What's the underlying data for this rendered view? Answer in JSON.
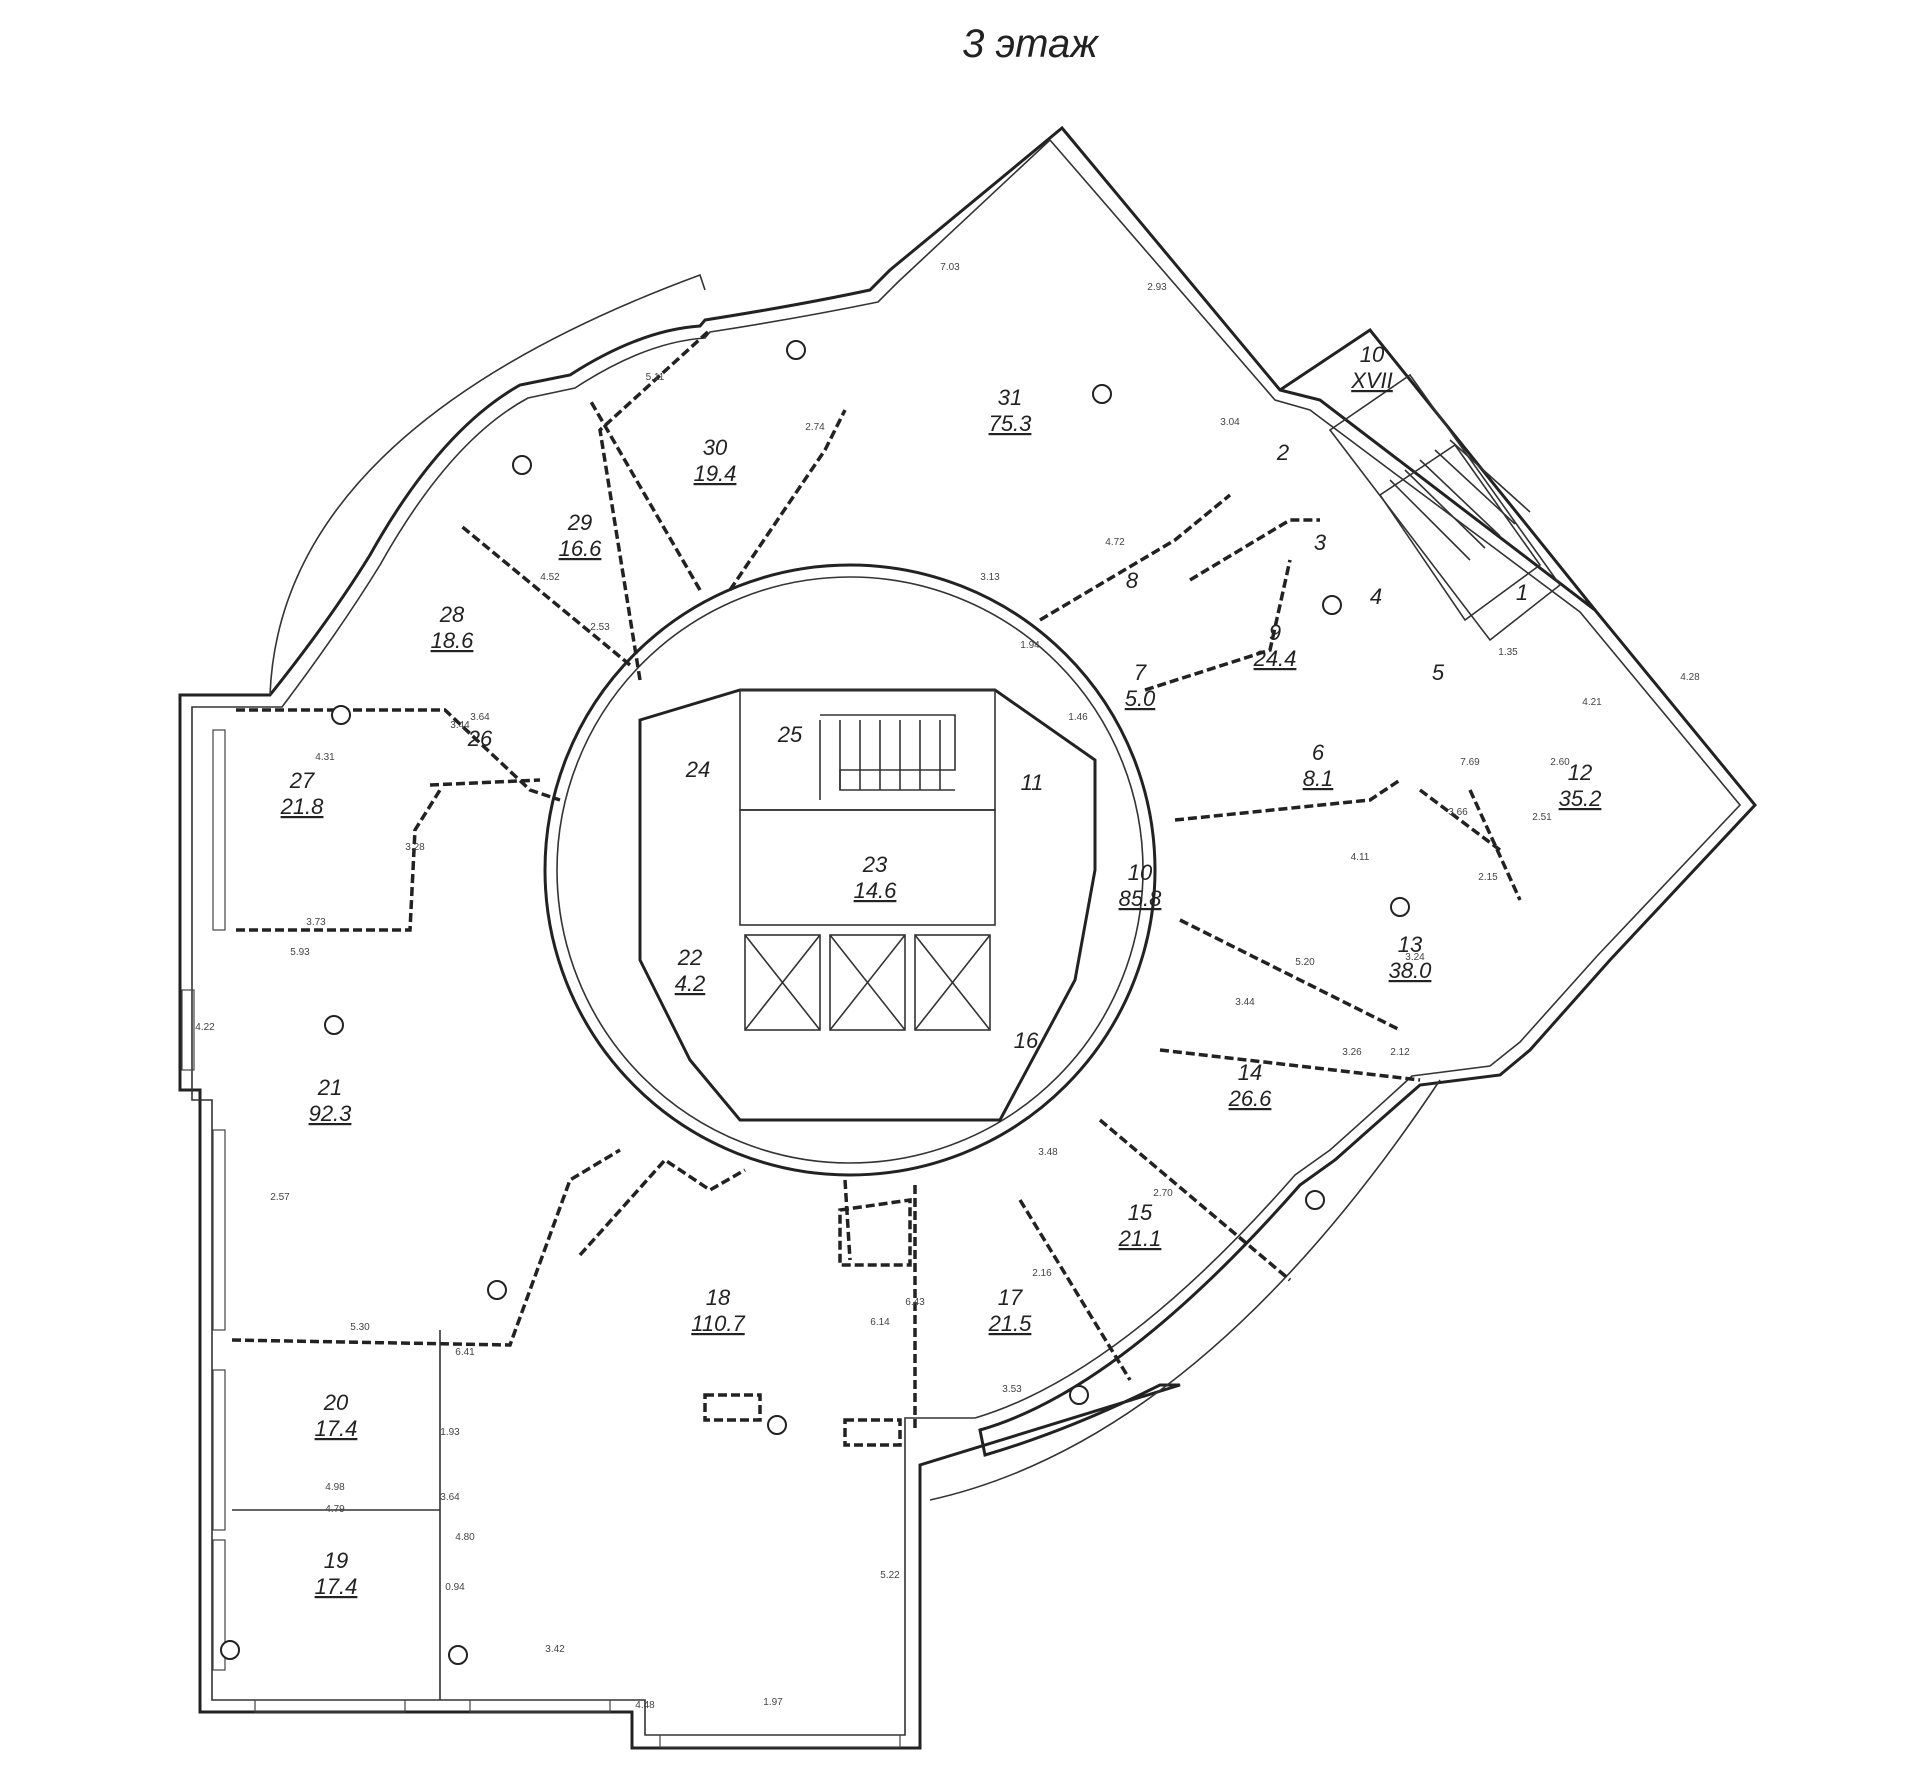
{
  "title": "3 этаж",
  "rooms": [
    {
      "id": "1",
      "area": ""
    },
    {
      "id": "2",
      "area": ""
    },
    {
      "id": "3",
      "area": ""
    },
    {
      "id": "4",
      "area": ""
    },
    {
      "id": "5",
      "area": ""
    },
    {
      "id": "6",
      "area": "8.1"
    },
    {
      "id": "7",
      "area": "5.0"
    },
    {
      "id": "8",
      "area": ""
    },
    {
      "id": "9",
      "area": "24.4"
    },
    {
      "id": "10",
      "area": "85.8"
    },
    {
      "id": "11",
      "area": ""
    },
    {
      "id": "12",
      "area": "35.2"
    },
    {
      "id": "13",
      "area": "38.0"
    },
    {
      "id": "14",
      "area": "26.6"
    },
    {
      "id": "15",
      "area": "21.1"
    },
    {
      "id": "16",
      "area": ""
    },
    {
      "id": "17",
      "area": "21.5"
    },
    {
      "id": "18",
      "area": "110.7"
    },
    {
      "id": "19",
      "area": "17.4"
    },
    {
      "id": "20",
      "area": "17.4"
    },
    {
      "id": "21",
      "area": "92.3"
    },
    {
      "id": "22",
      "area": "4.2"
    },
    {
      "id": "23",
      "area": "14.6"
    },
    {
      "id": "24",
      "area": ""
    },
    {
      "id": "25",
      "area": ""
    },
    {
      "id": "26",
      "area": ""
    },
    {
      "id": "27",
      "area": "21.8"
    },
    {
      "id": "28",
      "area": "18.6"
    },
    {
      "id": "29",
      "area": "16.6"
    },
    {
      "id": "30",
      "area": "19.4"
    },
    {
      "id": "31",
      "area": "75.3"
    },
    {
      "id": "10",
      "area": "XVII"
    }
  ],
  "dimensions": [
    "7.03",
    "2.93",
    "5.11",
    "2.74",
    "3.04",
    "4.72",
    "3.13",
    "1.94",
    "1.46",
    "2.53",
    "4.52",
    "3.64",
    "4.31",
    "3.28",
    "3.44",
    "3.73",
    "5.93",
    "4.22",
    "2.57",
    "5.30",
    "6.41",
    "1.93",
    "3.64",
    "4.98",
    "4.79",
    "4.80",
    "0.94",
    "3.42",
    "4.48",
    "1.97",
    "6.14",
    "5.22",
    "6.43",
    "3.53",
    "2.16",
    "3.48",
    "2.70",
    "3.44",
    "5.20",
    "4.11",
    "3.26",
    "4.21",
    "4.28",
    "7.69",
    "3.24",
    "2.12",
    "2.15",
    "3.66",
    "1.35",
    "2.51",
    "2.60",
    "0.94"
  ]
}
